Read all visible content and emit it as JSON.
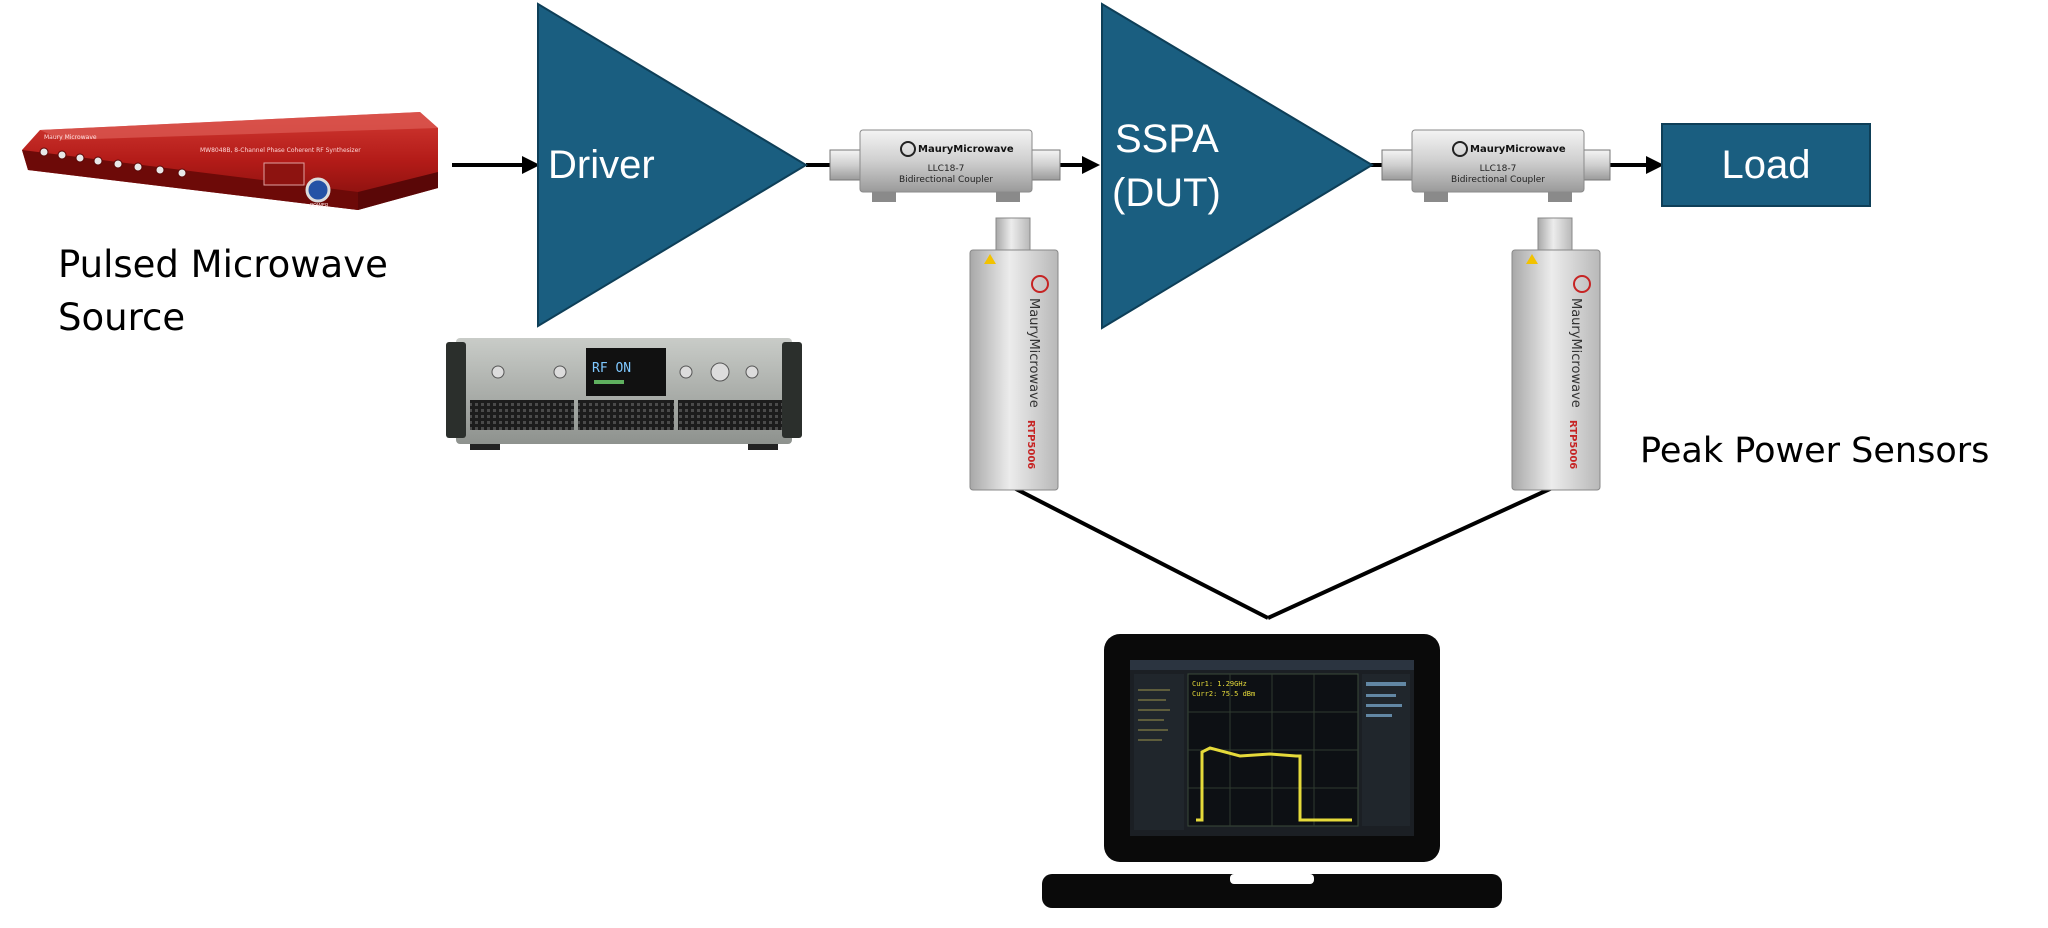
{
  "labels": {
    "source": [
      "Pulsed Microwave",
      "Source"
    ],
    "driver": "Driver",
    "sspa": [
      "SSPA",
      "(DUT)"
    ],
    "load": "Load",
    "sensors": "Peak Power Sensors"
  },
  "devices": {
    "synth_brand": "Maury Microwave",
    "synth_model": "MW8048B, 8-Channel Phase Coherent RF Synthesizer",
    "synth_power": "POWER",
    "amp_readout": "RF ON",
    "coupler_brand": "MauryMicrowave",
    "coupler_model": "LLC18-7",
    "coupler_type": "Bidirectional Coupler",
    "sensor_brand": "MauryMicrowave",
    "sensor_model": "RTP5006",
    "screen_readout_1": "Cur1: 1.29GHz",
    "screen_readout_2": "Curr2: 75.5 dBm"
  },
  "colors": {
    "block_fill": "#1A5E80",
    "block_stroke": "#0E3F58",
    "synth_red": "#B11A1A",
    "trace_yellow": "#E5DA3A"
  },
  "icons": [
    "arrow-right-icon"
  ]
}
